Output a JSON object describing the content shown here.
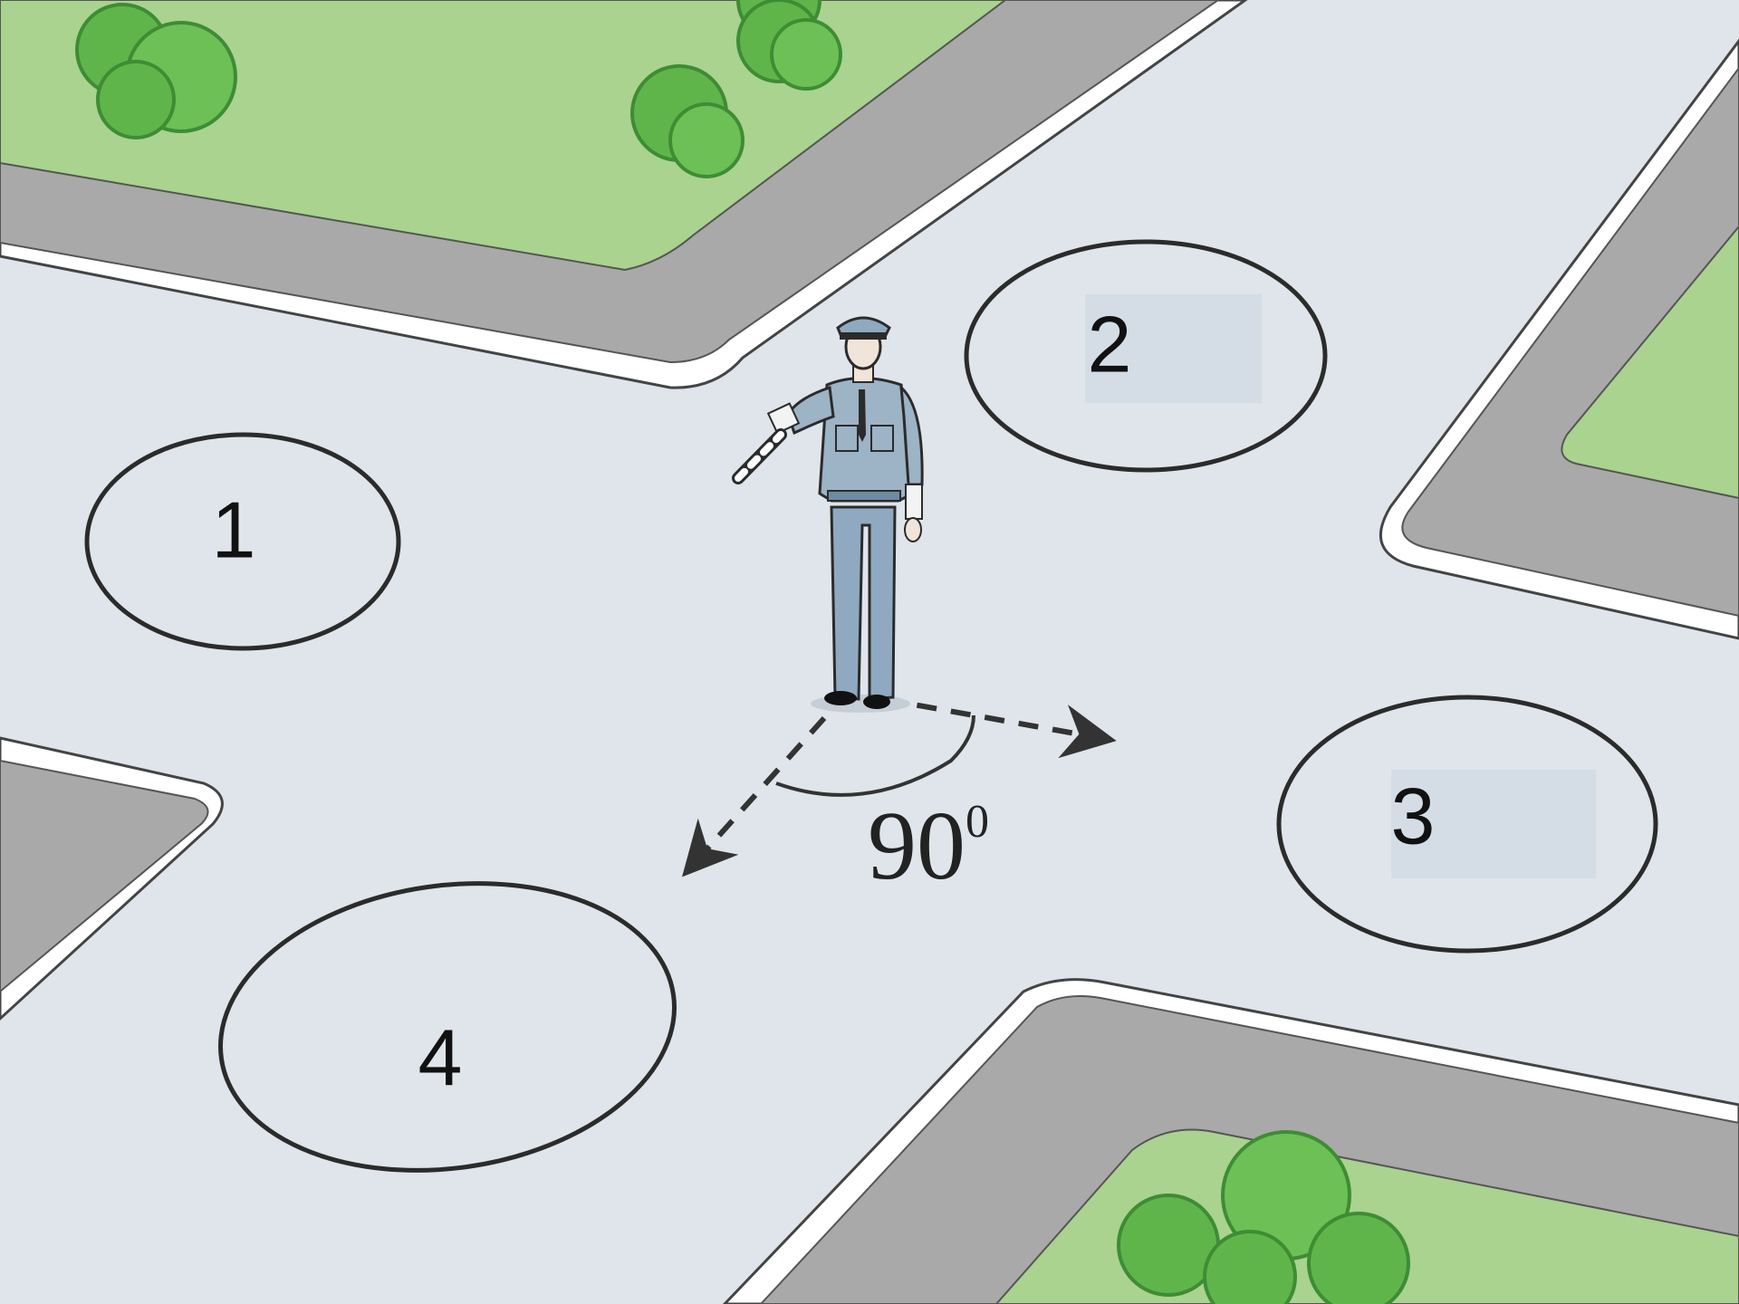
{
  "zones": [
    {
      "id": "1",
      "label": "1"
    },
    {
      "id": "2",
      "label": "2"
    },
    {
      "id": "3",
      "label": "3"
    },
    {
      "id": "4",
      "label": "4"
    }
  ],
  "angle": {
    "value": "90",
    "unit": "0"
  },
  "colors": {
    "road": "#dfe5ea",
    "sidewalk": "#a9a9a9",
    "curb": "#ffffff",
    "grass": "#a9d38f",
    "bush": "#5fb54a",
    "bush_dark": "#3e8c34",
    "uniform": "#8fa9c0",
    "outline": "#2b2b2b"
  },
  "icons": [
    "traffic-police-officer-icon",
    "baton-icon",
    "direction-arrow-icon",
    "bush-icon"
  ]
}
